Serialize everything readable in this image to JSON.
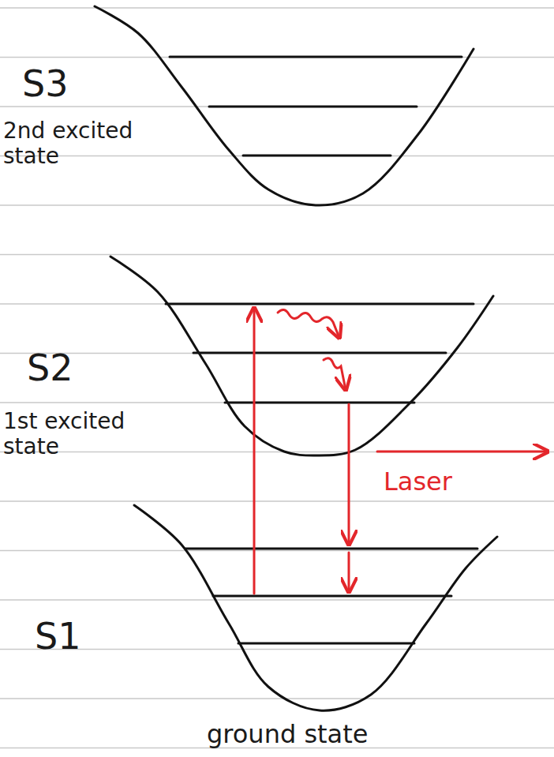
{
  "diagram": {
    "labels": [
      "S3",
      "2nd excited state",
      "S2",
      "1st excited state",
      "Laser",
      "S1",
      "ground state"
    ]
  }
}
